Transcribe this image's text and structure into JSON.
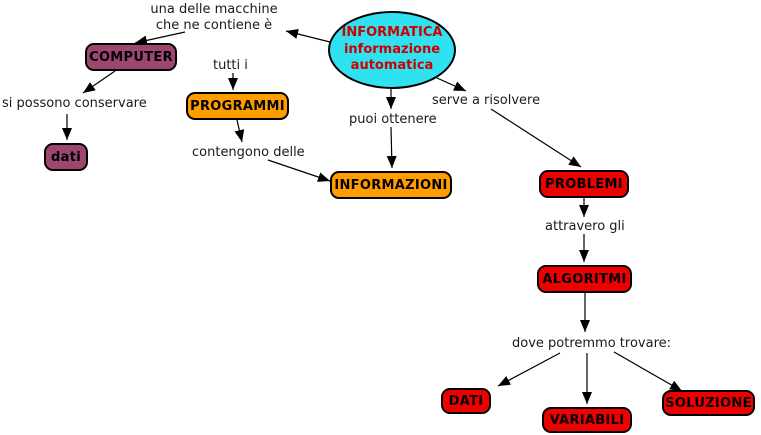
{
  "colors": {
    "background": "#ffffff",
    "cyan": "#30e1f0",
    "purple": "#9d4770",
    "orange": "#ff9c00",
    "red": "#ee0000",
    "ellipse_text": "#cc0000",
    "label_text": "#1a1a1a"
  },
  "central_node": {
    "line1": "INFORMATICA",
    "line2": "informazione",
    "line3": "automatica"
  },
  "nodes": {
    "computer": {
      "label": "COMPUTER",
      "color": "#9d4770"
    },
    "dati_small": {
      "label": "dati",
      "color": "#9d4770"
    },
    "programmi": {
      "label": "PROGRAMMI",
      "color": "#ff9c00"
    },
    "informazioni": {
      "label": "INFORMAZIONI",
      "color": "#ff9c00"
    },
    "problemi": {
      "label": "PROBLEMI",
      "color": "#ee0000"
    },
    "algoritmi": {
      "label": "ALGORITMI",
      "color": "#ee0000"
    },
    "dati": {
      "label": "DATI",
      "color": "#ee0000"
    },
    "variabili": {
      "label": "VARIABILI",
      "color": "#ee0000"
    },
    "soluzione": {
      "label": "SOLUZIONE",
      "color": "#ee0000"
    }
  },
  "linking_phrases": {
    "machine_line1": "una delle macchine",
    "machine_line2": "che ne contiene è",
    "conservare": "si possono conservare",
    "tutti": "tutti i",
    "contengono": "contengono delle",
    "puoi": "puoi ottenere",
    "serve": "serve a risolvere",
    "attravero": "attravero gli",
    "dove": "dove potremmo trovare:"
  }
}
